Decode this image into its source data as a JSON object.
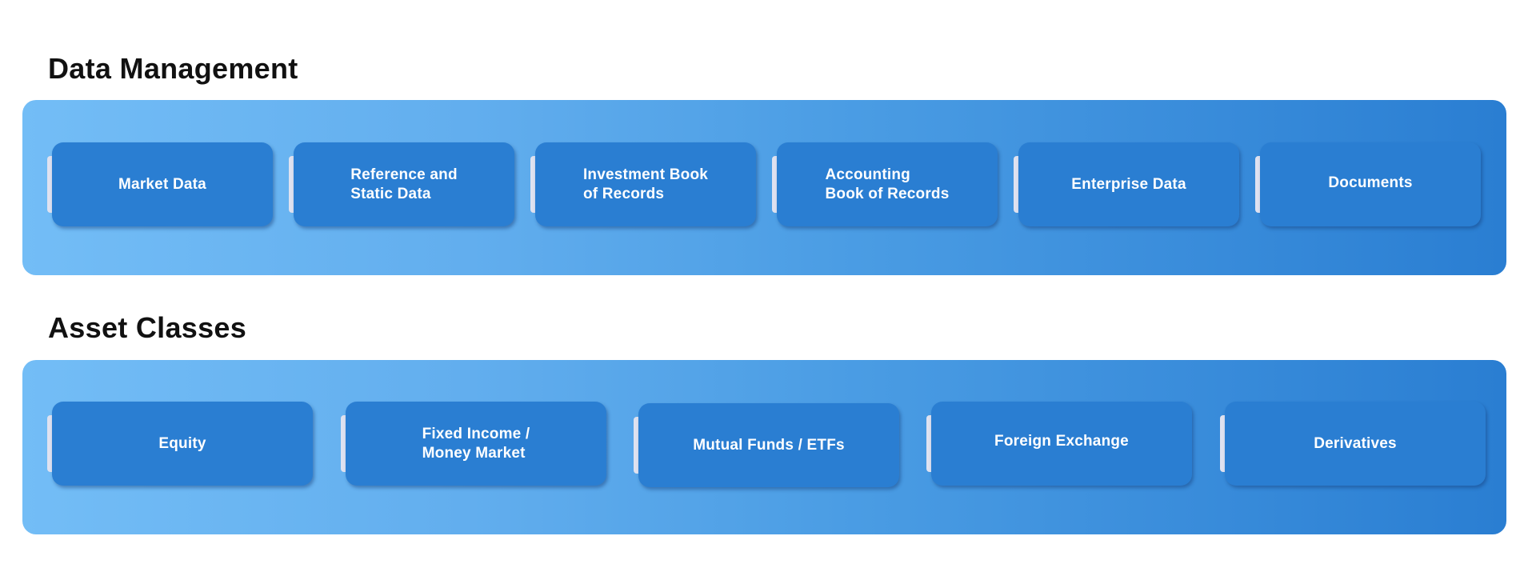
{
  "sections": [
    {
      "title": "Data Management",
      "items": [
        {
          "label": "Market Data"
        },
        {
          "label": "Reference and\nStatic Data"
        },
        {
          "label": "Investment Book\nof Records"
        },
        {
          "label": "Accounting\nBook of Records"
        },
        {
          "label": "Enterprise Data"
        },
        {
          "label": "Documents"
        }
      ]
    },
    {
      "title": "Asset Classes",
      "items": [
        {
          "label": "Equity"
        },
        {
          "label": "Fixed Income /\nMoney Market"
        },
        {
          "label": "Mutual Funds / ETFs"
        },
        {
          "label": "Foreign Exchange"
        },
        {
          "label": "Derivatives"
        }
      ]
    }
  ],
  "colors": {
    "panel_gradient_start": "#73bdf6",
    "panel_gradient_end": "#2a7ed2",
    "card": "#2a7ed2",
    "card_tab": "#dfe2f0",
    "title": "#111111",
    "card_text": "#ffffff"
  }
}
